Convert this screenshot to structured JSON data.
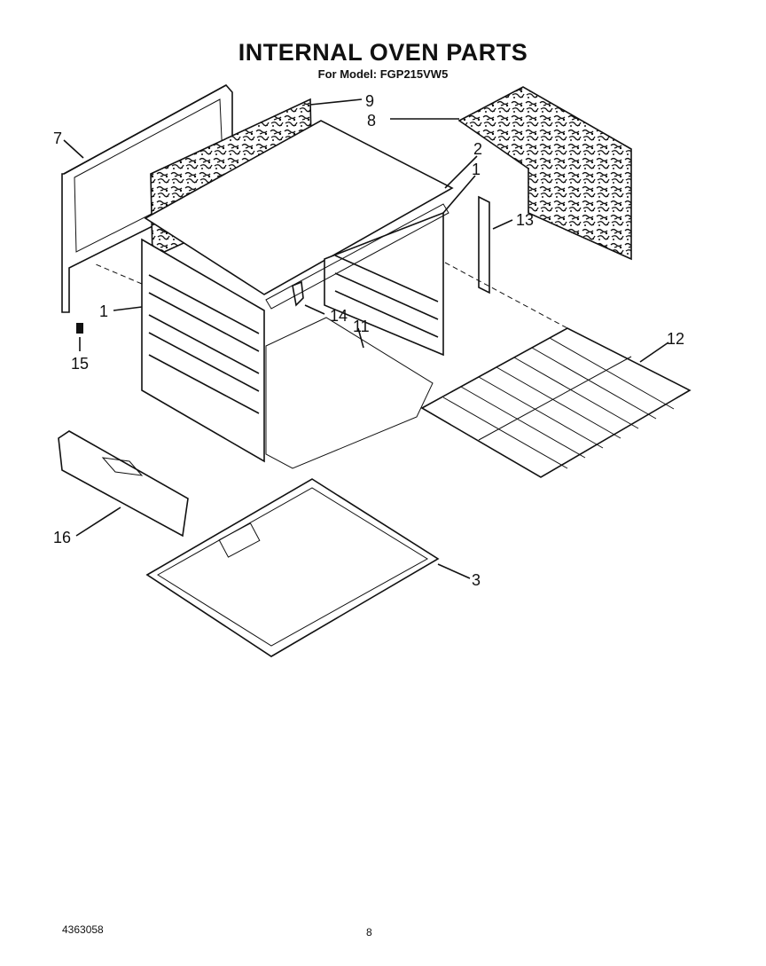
{
  "header": {
    "title": "INTERNAL OVEN PARTS",
    "model_line": "For Model: FGP215VW5"
  },
  "footer": {
    "doc_number": "4363058",
    "page_number": "8"
  },
  "callouts": {
    "c7": "7",
    "c9": "9",
    "c8": "8",
    "c2": "2",
    "c1a": "1",
    "c13": "13",
    "c1b": "1",
    "c14": "14",
    "c11": "11",
    "c15": "15",
    "c12": "12",
    "c16": "16",
    "c3": "3"
  },
  "parts": [
    "7",
    "9",
    "8",
    "2",
    "1",
    "13",
    "14",
    "11",
    "15",
    "12",
    "16",
    "3"
  ]
}
